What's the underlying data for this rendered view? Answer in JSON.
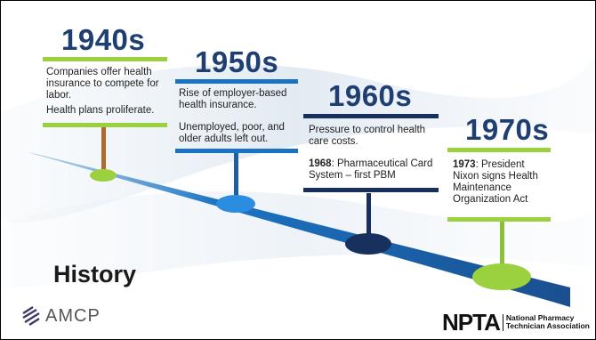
{
  "colors": {
    "year_text": "#1f3f73",
    "green": "#9bd13f",
    "blue": "#1a73c2",
    "navy": "#17305e",
    "orange": "#b06a2a"
  },
  "milestones": [
    {
      "year": "1940s",
      "lines": [
        "Companies offer health insurance to compete for labor.",
        "Health plans proliferate."
      ]
    },
    {
      "year": "1950s",
      "lines": [
        "Rise of employer-based health insurance.",
        "Unemployed, poor, and older adults left out."
      ]
    },
    {
      "year": "1960s",
      "lines": [
        "Pressure to control health care costs."
      ],
      "bold_prefix": "1968",
      "bold_rest": ": Pharmaceutical Card System – first PBM"
    },
    {
      "year": "1970s",
      "bold_prefix": "1973",
      "bold_rest": ": President Nixon signs Health Maintenance Organization Act"
    }
  ],
  "title": "History",
  "logos": {
    "amcp": "AMCP",
    "npta_mark": "NPTA",
    "npta_line1": "National Pharmacy",
    "npta_line2": "Technician Association"
  }
}
